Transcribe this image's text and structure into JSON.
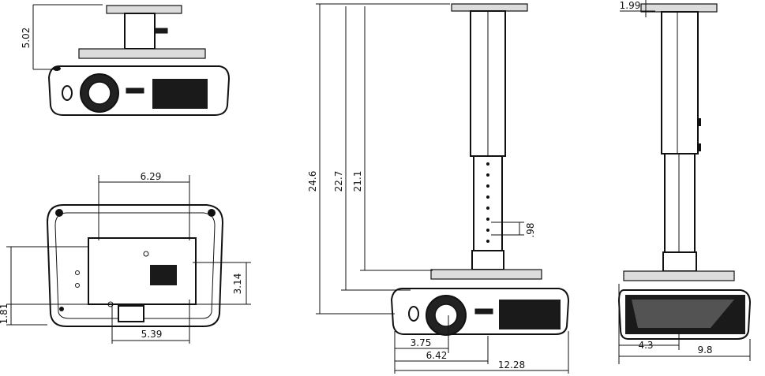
{
  "front_view": {
    "mount_height": "5.02"
  },
  "bottom_view": {
    "top_width": "6.29",
    "bottom_width": "5.39",
    "right_height": "3.14",
    "left_height": "1.81"
  },
  "side_view": {
    "total_height": "24.6",
    "mid_height": "22.7",
    "short_height": "21.1",
    "hole_pitch": ".98",
    "lens_offset": "3.75",
    "half_depth": "6.42",
    "overall_depth": "12.28"
  },
  "end_view": {
    "top_offset": "1.99",
    "center_offset": "4.3",
    "overall_width": "9.8"
  }
}
